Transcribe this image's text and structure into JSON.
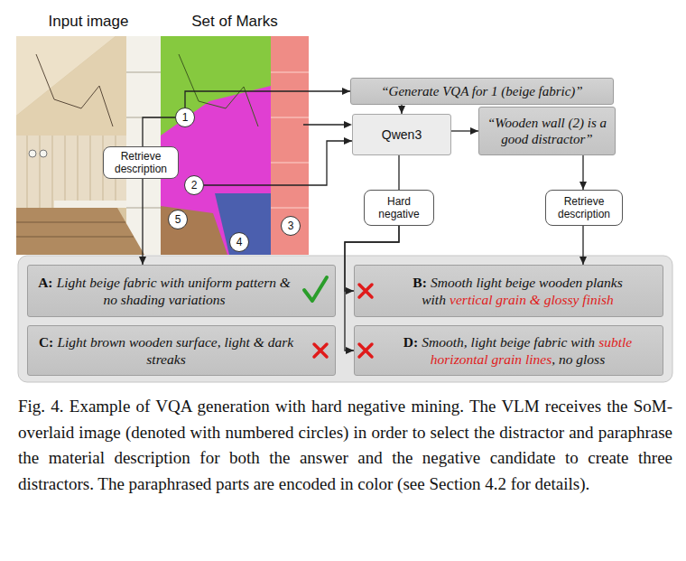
{
  "diagram": {
    "caption": "Fig. 4. Example of VQA generation with hard negative mining. The VLM receives the SoM-overlaid image (denoted with numbered circles) in order to select the distractor and paraphrase the material description for both the answer and the negative candidate to create three distractors. The paraphrased parts are encoded in color (see Section 4.2 for details).",
    "nodes": [
      {
        "text": [
          "“Generate VQA for 1 (beige fabric)”"
        ]
      },
      {
        "text": [
          "1"
        ]
      },
      {
        "text": [
          "Qwen3"
        ]
      },
      {
        "text": [
          "“Wooden wall (2) is a good distractor”"
        ]
      },
      {
        "text": [
          "Retrieve description"
        ]
      },
      {
        "text": [
          "2"
        ]
      },
      {
        "text": [
          "5"
        ]
      },
      {
        "text": [
          "3"
        ]
      },
      {
        "text": [
          "4"
        ]
      },
      {
        "text": [
          "Hard negative"
        ]
      },
      {
        "text": [
          "Retrieve description"
        ]
      },
      {
        "text": [
          "A:",
          "Light beige fabric with uniform pattern & no shading variations"
        ]
      },
      {
        "text": [
          "B:",
          "Smooth light beige wooden planks with",
          "vertical grain & glossy finish"
        ]
      },
      {
        "text": [
          "C:",
          "Light brown wooden surface, light & dark streaks"
        ]
      },
      {
        "text": [
          "D:",
          "Smooth, light beige fabric with",
          "subtle horizontal grain lines",
          ", no gloss"
        ]
      }
    ],
    "edges": [
      {
        "from": 1,
        "to": 0,
        "arrow": "to"
      },
      {
        "from": 0,
        "to": 2,
        "arrow": "to"
      },
      {
        "from": 5,
        "to": 2,
        "arrow": "to"
      },
      {
        "from": 2,
        "to": 3,
        "arrow": "to"
      },
      {
        "from": 3,
        "to": 10,
        "arrow": "to"
      },
      {
        "from": 10,
        "to": 12,
        "arrow": "to"
      },
      {
        "from": 2,
        "to": 9,
        "arrow": "none"
      },
      {
        "from": 9,
        "to": 12,
        "arrow": "to"
      },
      {
        "from": 9,
        "to": 14,
        "arrow": "to"
      },
      {
        "from": 1,
        "to": 4,
        "arrow": "none"
      },
      {
        "from": 4,
        "to": 11,
        "arrow": "to"
      }
    ],
    "labels": [
      "Input image",
      "Set of Marks"
    ]
  }
}
